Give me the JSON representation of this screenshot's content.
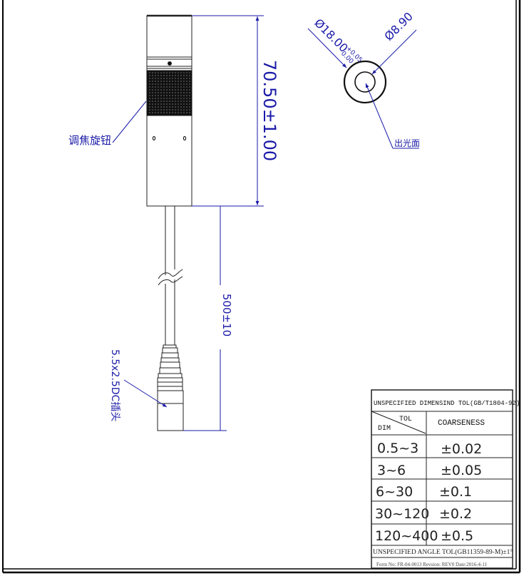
{
  "drawing": {
    "length_dim": "70.50±1.00",
    "cable_dim": "500±10",
    "outer_dia": "Ø18.00",
    "outer_tol_upper": "+0.05",
    "outer_tol_lower": "0.00",
    "inner_dia": "Ø8.90",
    "focus_knob_label": "调焦旋钮",
    "emitting_face_label": "出光面",
    "plug_label": "5.5x2.5DC插头",
    "line_color": "#1a1aa8"
  },
  "tolerance_table": {
    "title": "UNSPECIFIED DIMENSIND TOL(GB/T1804-92)",
    "col_tol": "TOL",
    "col_dim": "DIM",
    "col_coarseness": "COARSENESS",
    "rows": [
      {
        "dim": "0.5~3",
        "tol": "±0.02"
      },
      {
        "dim": "3~6",
        "tol": "±0.05"
      },
      {
        "dim": "6~30",
        "tol": "±0.1"
      },
      {
        "dim": "30~120",
        "tol": "±0.2"
      },
      {
        "dim": "120~400",
        "tol": "±0.5"
      }
    ],
    "angle_tol": "UNSPECIFIED ANGLE TOL(GB11359-89-M)±1°",
    "form_info": "Form No: FR-04-0013 Revsion: REV0  Date:2016-4-11"
  }
}
